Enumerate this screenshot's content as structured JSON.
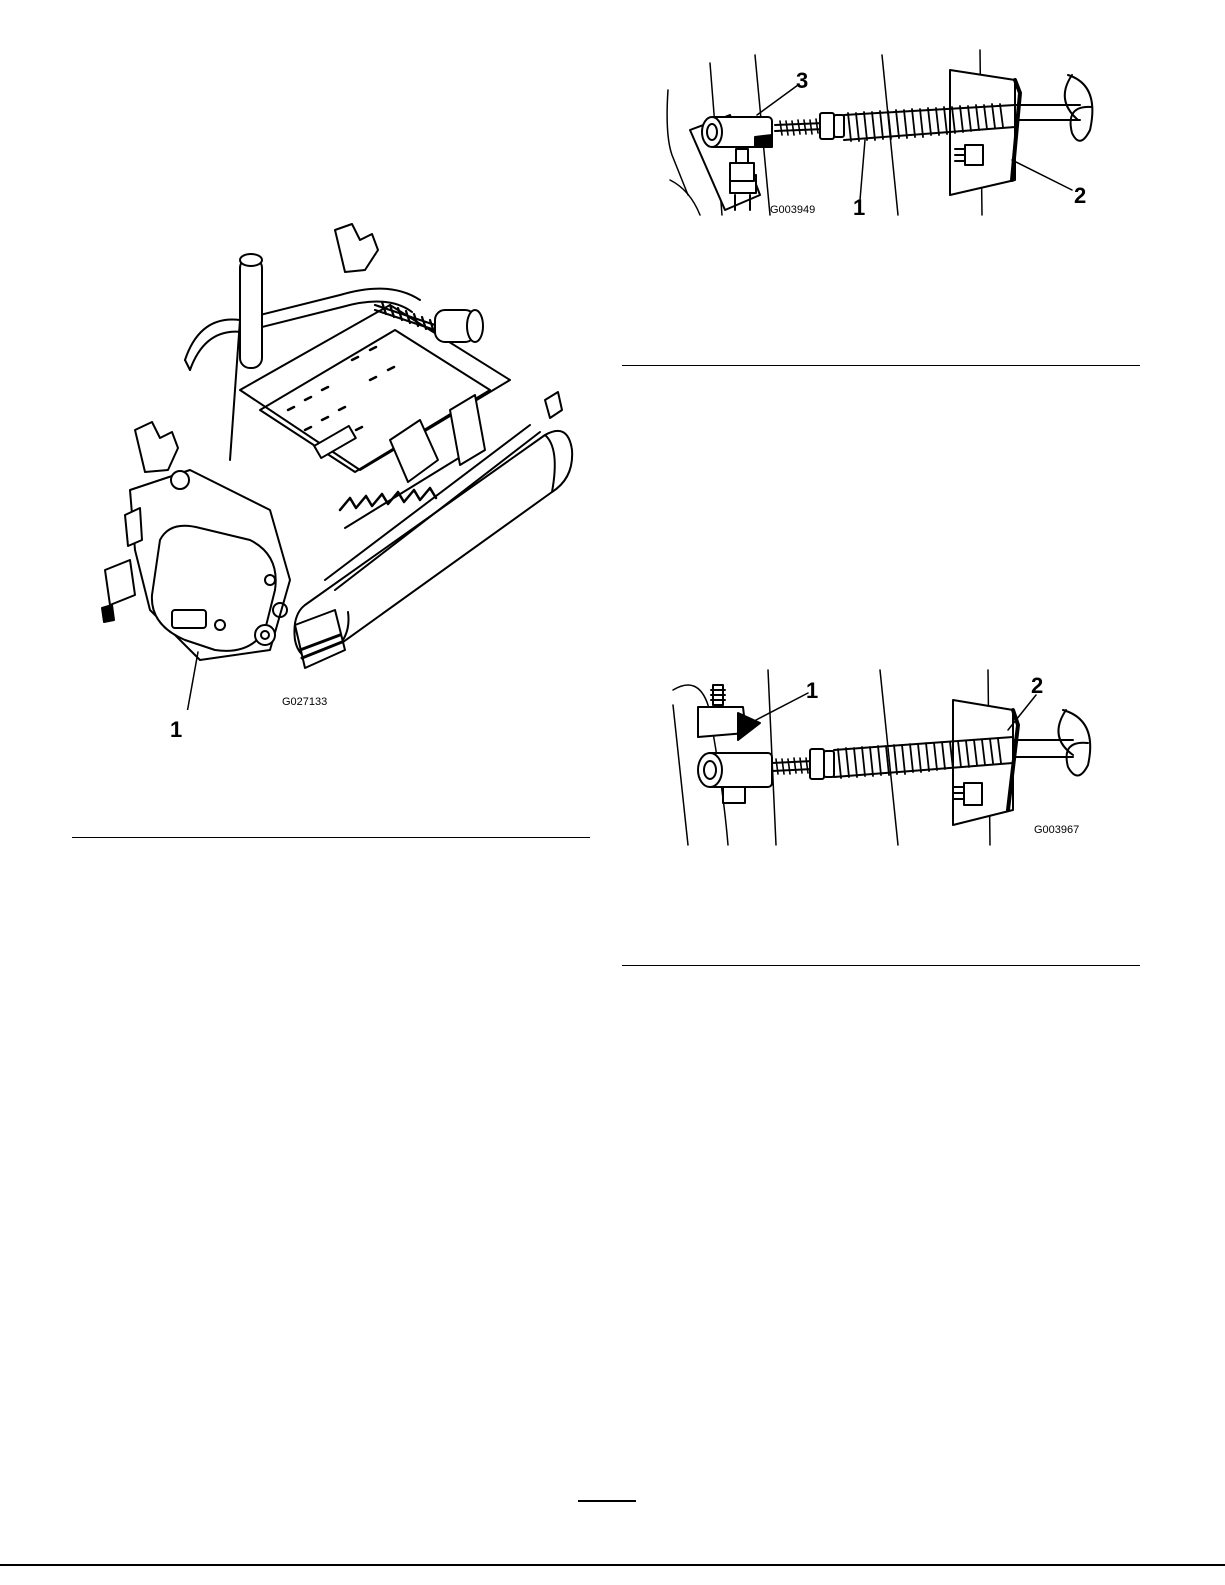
{
  "figures": [
    {
      "id": "reel-assembly",
      "code": "G027133",
      "callouts": [
        "1"
      ]
    },
    {
      "id": "spring-assembly-a",
      "code": "G003949",
      "callouts": [
        "3",
        "1",
        "2"
      ]
    },
    {
      "id": "spring-assembly-b",
      "code": "G003967",
      "callouts": [
        "1",
        "2"
      ]
    }
  ]
}
